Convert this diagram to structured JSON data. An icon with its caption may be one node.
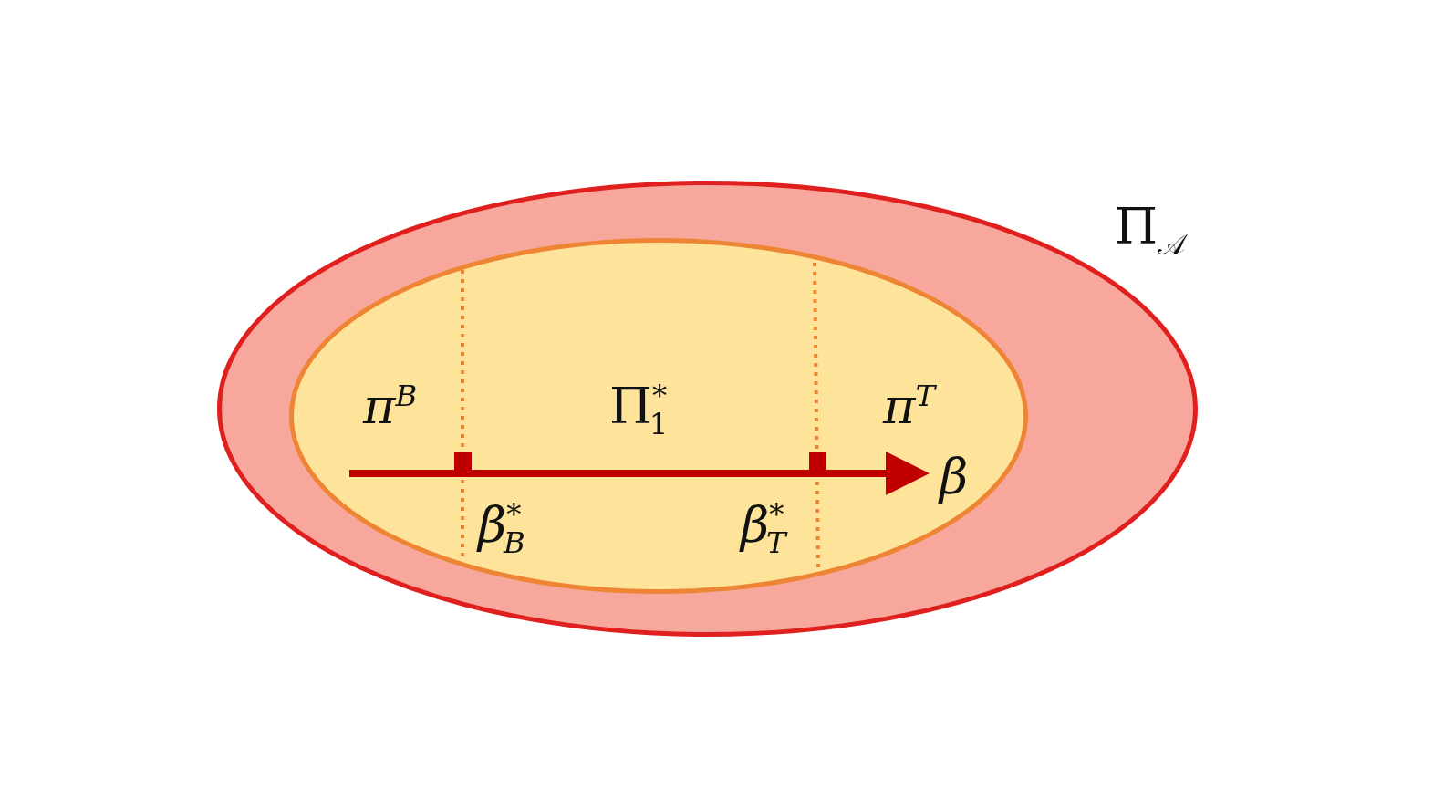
{
  "diagram": {
    "nodes": [
      {
        "text": [
          "Π$_{𝒜}$"
        ]
      },
      {
        "text": [
          "Π$^{*}$$_{1}$"
        ],
        "in": 0
      }
    ],
    "labels": [
      "π$^{B}$",
      "π$^{T}$",
      "β",
      "β$^{*}$$_{B}$",
      "β$^{*}$$_{T}$"
    ]
  }
}
